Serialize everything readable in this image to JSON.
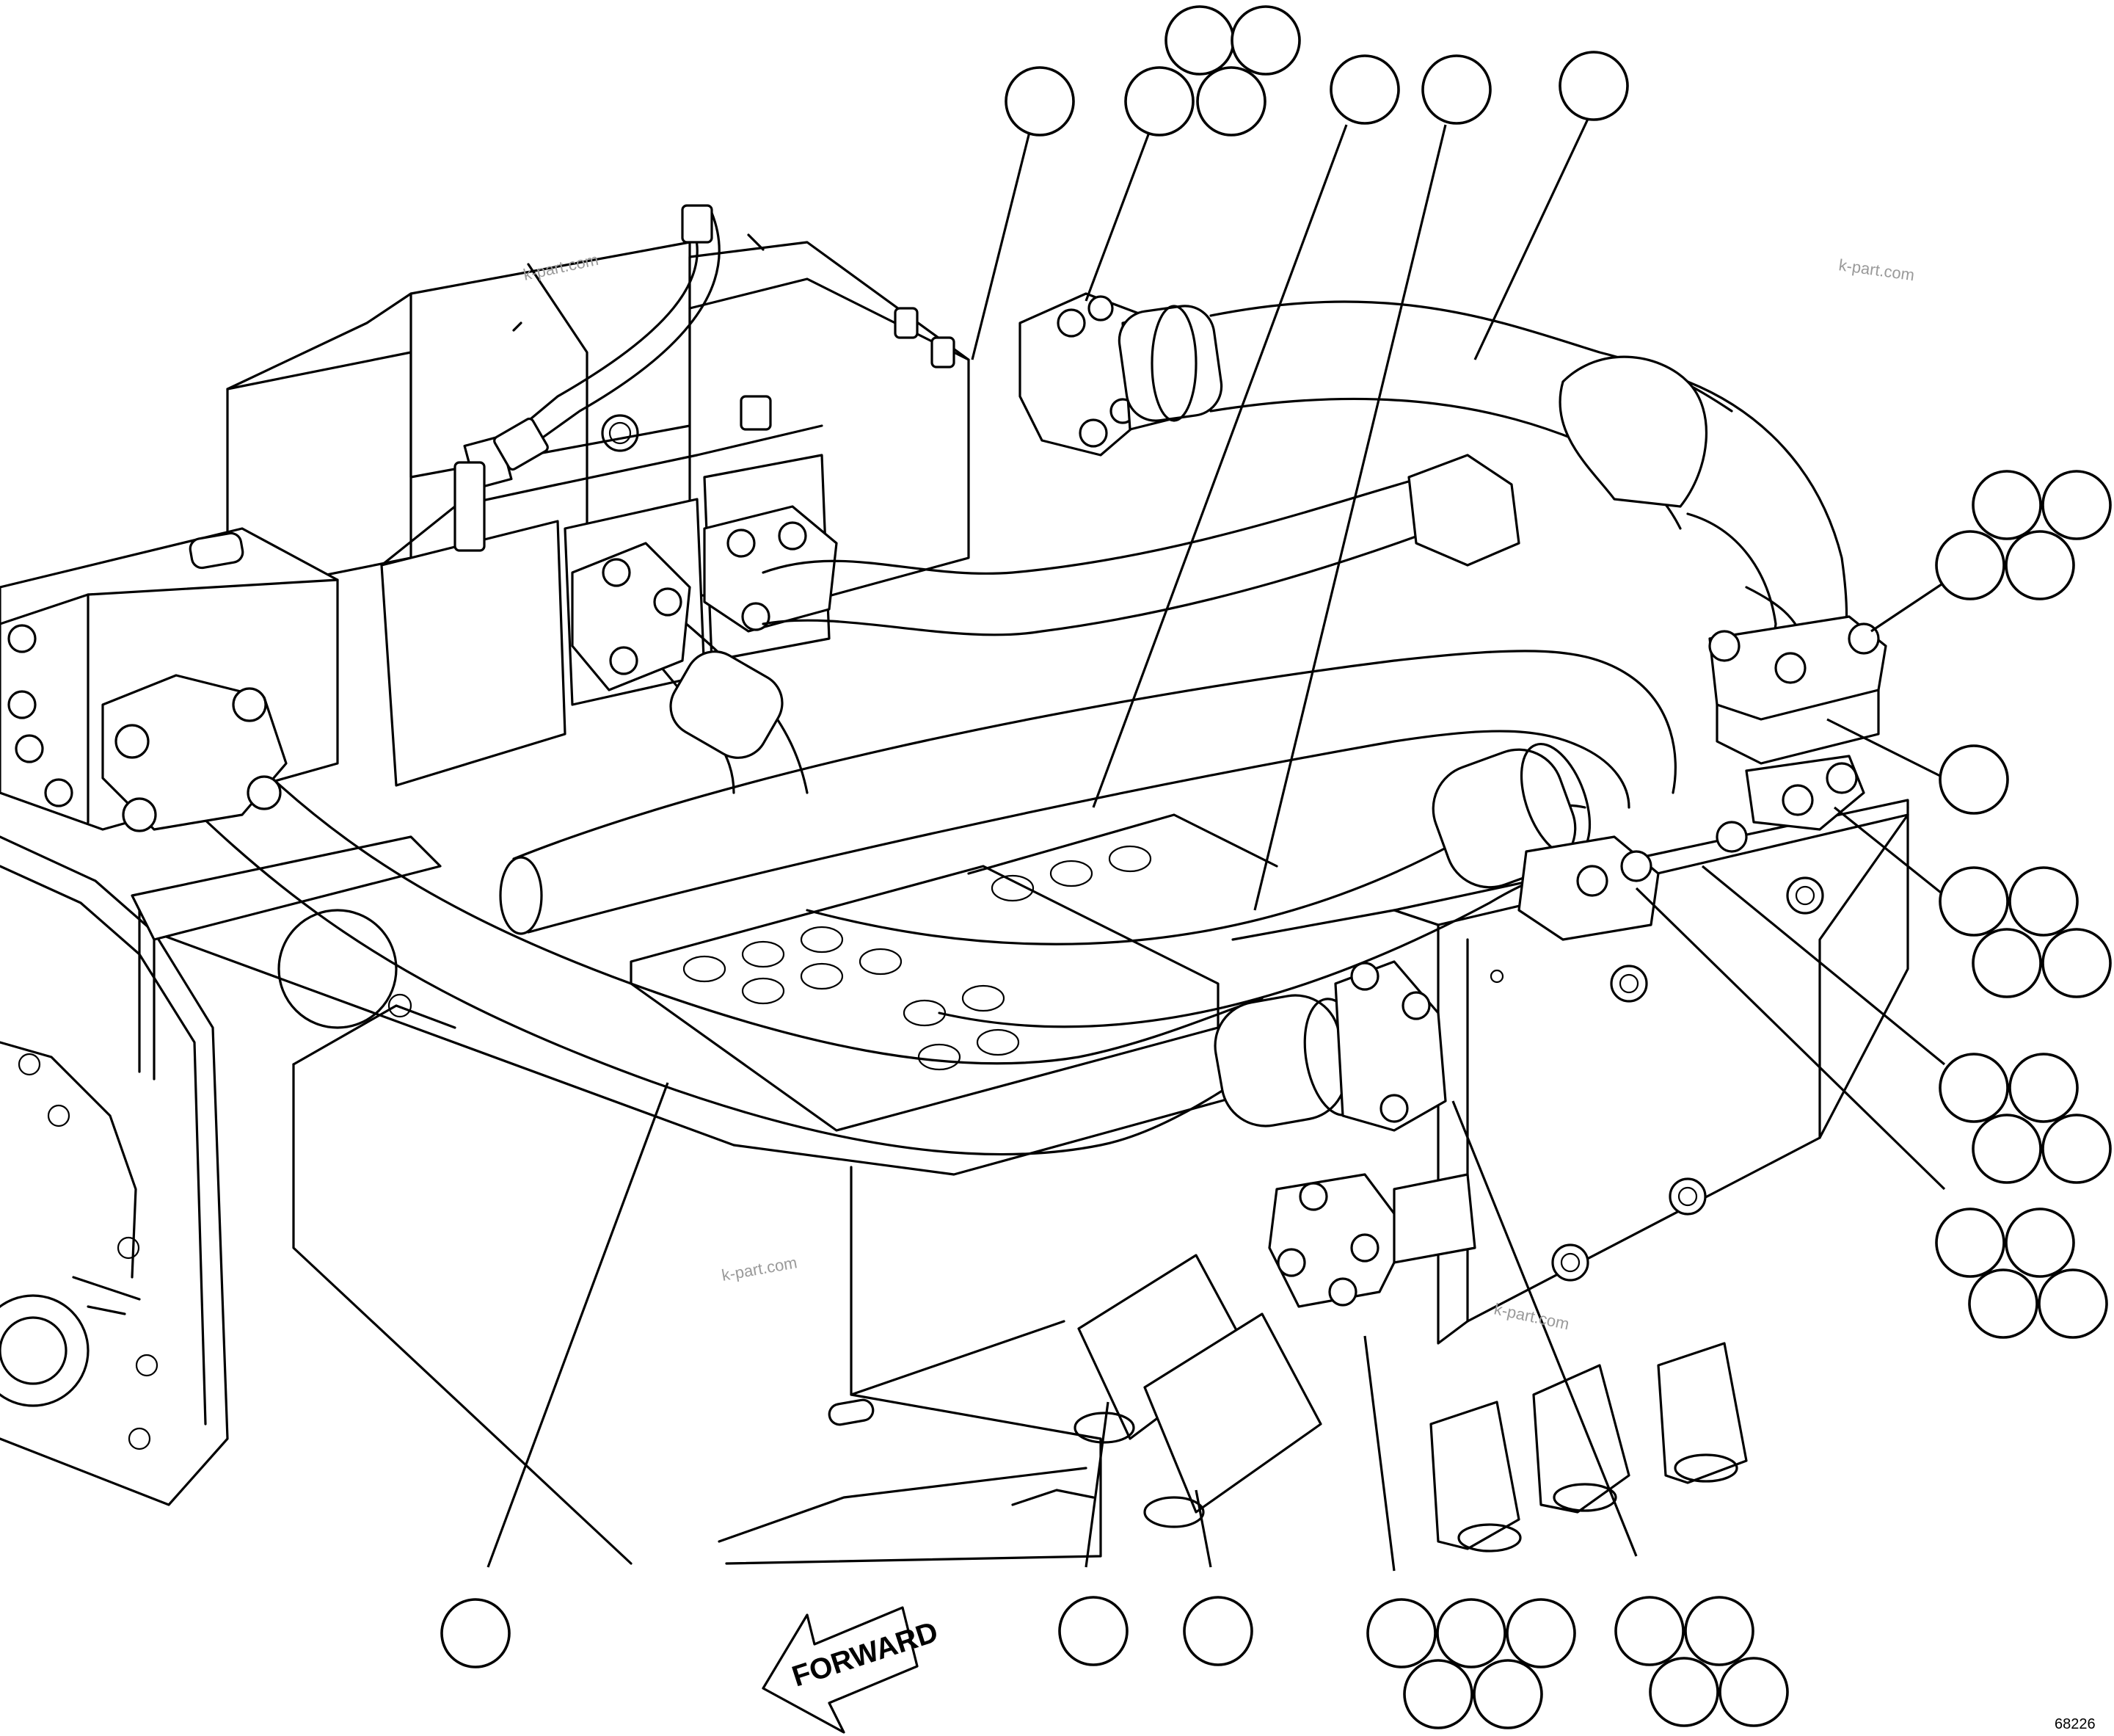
{
  "watermarks": [
    "k-part.com",
    "k-part.com",
    "k-part.com",
    "k-part.com"
  ],
  "direction_label": "FORWARD",
  "figure_number": "68226",
  "callout_groups": [
    {
      "id": "hose-top-left",
      "bubbles": 1
    },
    {
      "id": "fittings-top-cluster",
      "bubbles": 4
    },
    {
      "id": "hose-top-mid-1",
      "bubbles": 1
    },
    {
      "id": "hose-top-mid-2",
      "bubbles": 1
    },
    {
      "id": "hose-top-right",
      "bubbles": 1
    },
    {
      "id": "fittings-right-1",
      "bubbles": 4
    },
    {
      "id": "hose-right-single",
      "bubbles": 1
    },
    {
      "id": "fittings-right-2",
      "bubbles": 4
    },
    {
      "id": "fittings-right-3",
      "bubbles": 4
    },
    {
      "id": "fittings-right-4",
      "bubbles": 4
    },
    {
      "id": "hose-bottom-left",
      "bubbles": 1
    },
    {
      "id": "hose-bottom-mid-1",
      "bubbles": 1
    },
    {
      "id": "hose-bottom-mid-2",
      "bubbles": 1
    },
    {
      "id": "fittings-bottom-1",
      "bubbles": 5
    },
    {
      "id": "fittings-bottom-2",
      "bubbles": 4
    }
  ]
}
